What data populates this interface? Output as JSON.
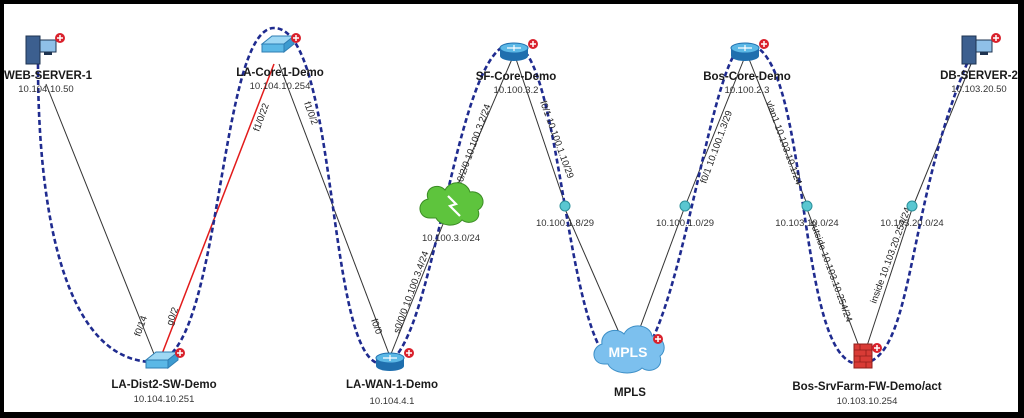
{
  "colors": {
    "path": "#1f2b8f",
    "link": "#333333",
    "highlight": "#e21b1b",
    "add_badge": "#d9212c",
    "router": "#2a8fd6",
    "switch": "#5bb8e6",
    "cloud_green": "#5ec43d",
    "cloud_blue": "#7cc0ee",
    "firewall": "#d93b36",
    "subnet_dot": "#59c7d1"
  },
  "nodes": {
    "web_server": {
      "name": "WEB-SERVER-1",
      "ip": "10.104.10.50",
      "icon": "server-icon"
    },
    "la_core": {
      "name": "LA-Core1-Demo",
      "ip": "10.104.10.254",
      "icon": "switch-icon"
    },
    "sf_core": {
      "name": "SF-Core-Demo",
      "ip": "10.100.3.2",
      "icon": "router-icon"
    },
    "bos_core": {
      "name": "Bos-Core-Demo",
      "ip": "10.100.2.3",
      "icon": "router-icon"
    },
    "db_server": {
      "name": "DB-SERVER-2",
      "ip": "10.103.20.50",
      "icon": "server-icon"
    },
    "la_dist": {
      "name": "LA-Dist2-SW-Demo",
      "ip": "10.104.10.251",
      "icon": "switch-icon"
    },
    "la_wan": {
      "name": "LA-WAN-1-Demo",
      "ip": "10.104.4.1",
      "icon": "router-icon"
    },
    "mpls": {
      "name": "MPLS",
      "cloud_text": "MPLS",
      "icon": "mpls-cloud-icon"
    },
    "bos_fw": {
      "name": "Bos-SrvFarm-FW-Demo/act",
      "ip": "10.103.10.254",
      "icon": "firewall-icon"
    }
  },
  "subnets": {
    "wan_cloud": "10.100.3.0/24",
    "sf_mpls": "10.100.1.8/29",
    "bos_mpls": "10.100.1.0/29",
    "bos_10": "10.103.10.0/24",
    "bos_20": "10.103.20.0/24"
  },
  "link_labels": {
    "web_dist": "f0/14",
    "dist_core": "g0/2",
    "core_dist": "f1/0/22",
    "core_wan": "f1/0/2",
    "wan_core": "f0/0",
    "wan_cloud": "s0/0/0 10.100.3.4/24",
    "sf_cloud": "s0/2/0 10.100.3.2/24",
    "sf_mpls": "f0/1 10.100.1.10/29",
    "bos_mpls": "f0/1 10.100.1.3/29",
    "bos_vlan": "vlan1 10.103.10.1/24",
    "fw_outside": "outside 10.103.10.254/24",
    "fw_inside": "inside 10.103.20.254/24"
  }
}
